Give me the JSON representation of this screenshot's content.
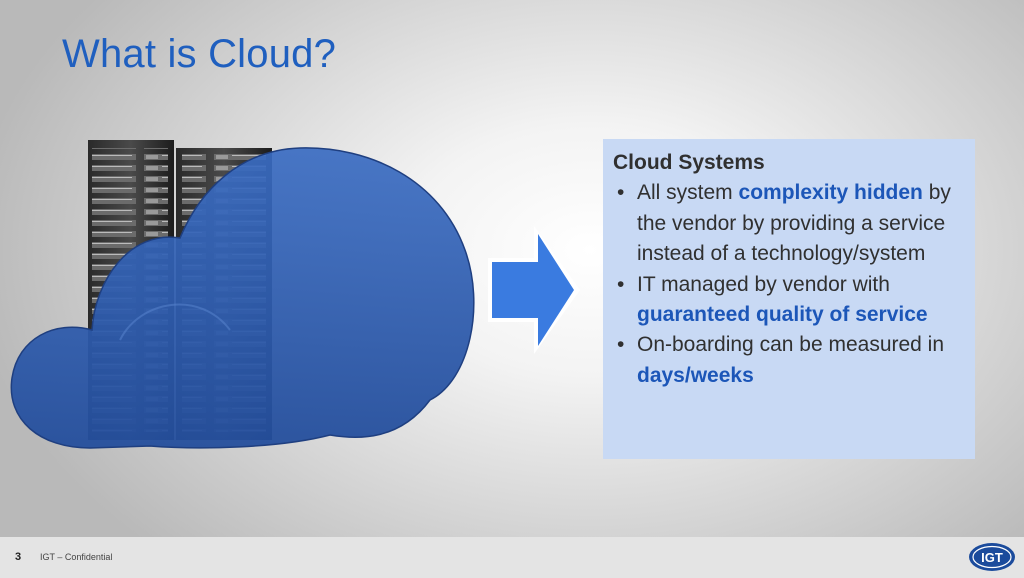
{
  "slide": {
    "title": "What is Cloud?",
    "page_number": "3",
    "footer_text": "IGT – Confidential",
    "logo_text": "IGT"
  },
  "textbox": {
    "heading": "Cloud Systems",
    "bullets": [
      {
        "bullet": "•",
        "part1": "All system ",
        "highlight1": "complexity hidden",
        "part2": " by the vendor by providing a service instead of a technology/system"
      },
      {
        "bullet": "•",
        "part1": "IT managed by vendor with ",
        "highlight1": "guaranteed quality of service"
      },
      {
        "bullet": "•",
        "part1": "On-boarding can be measured in ",
        "highlight1": "days/weeks"
      }
    ]
  },
  "icons": {
    "server": "server-rack-icon",
    "cloud": "cloud-icon",
    "arrow": "right-arrow-icon",
    "logo": "igt-logo-icon"
  },
  "colors": {
    "title": "#1f5fbf",
    "highlight": "#1c56b8",
    "textbox_bg": "#c8d9f4",
    "cloud": "#2e5fb0",
    "arrow": "#3a7be0"
  }
}
